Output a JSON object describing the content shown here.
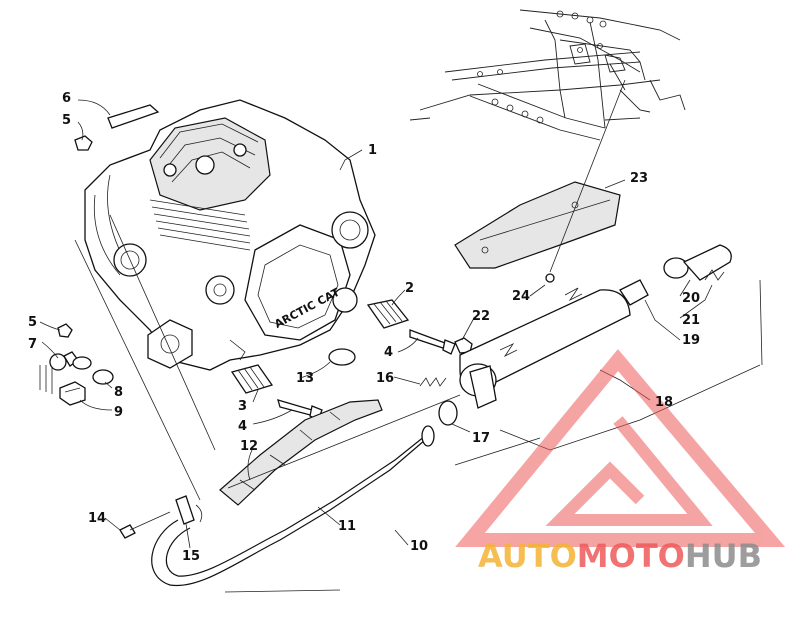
{
  "diagram": {
    "engine_brand_text": "ARCTIC CAT",
    "callouts": [
      {
        "id": "c1",
        "label": "1"
      },
      {
        "id": "c2",
        "label": "2"
      },
      {
        "id": "c3",
        "label": "3"
      },
      {
        "id": "c4a",
        "label": "4"
      },
      {
        "id": "c4b",
        "label": "4"
      },
      {
        "id": "c5a",
        "label": "5"
      },
      {
        "id": "c5b",
        "label": "5"
      },
      {
        "id": "c6",
        "label": "6"
      },
      {
        "id": "c7",
        "label": "7"
      },
      {
        "id": "c8",
        "label": "8"
      },
      {
        "id": "c9",
        "label": "9"
      },
      {
        "id": "c10",
        "label": "10"
      },
      {
        "id": "c11",
        "label": "11"
      },
      {
        "id": "c12",
        "label": "12"
      },
      {
        "id": "c13",
        "label": "13"
      },
      {
        "id": "c14",
        "label": "14"
      },
      {
        "id": "c15",
        "label": "15"
      },
      {
        "id": "c16",
        "label": "16"
      },
      {
        "id": "c17",
        "label": "17"
      },
      {
        "id": "c18",
        "label": "18"
      },
      {
        "id": "c19",
        "label": "19"
      },
      {
        "id": "c20",
        "label": "20"
      },
      {
        "id": "c21",
        "label": "21"
      },
      {
        "id": "c22",
        "label": "22"
      },
      {
        "id": "c23",
        "label": "23"
      },
      {
        "id": "c24",
        "label": "24"
      }
    ]
  },
  "watermark": {
    "part1": "AUTO",
    "part2": "MOTO",
    "part3": "HUB",
    "color_orange": "#f5b335",
    "color_red": "#ee5a5a",
    "color_gray": "#8c8c8c"
  }
}
